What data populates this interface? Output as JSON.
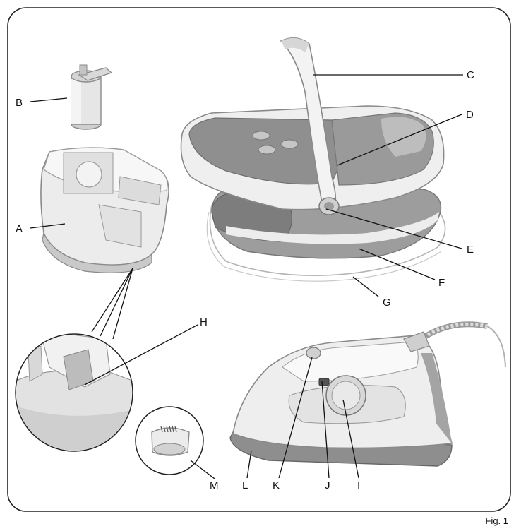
{
  "caption": "Fig. 1",
  "labels": {
    "A": "A",
    "B": "B",
    "C": "C",
    "D": "D",
    "E": "E",
    "F": "F",
    "G": "G",
    "H": "H",
    "I": "I",
    "J": "J",
    "K": "K",
    "L": "L",
    "M": "M"
  }
}
